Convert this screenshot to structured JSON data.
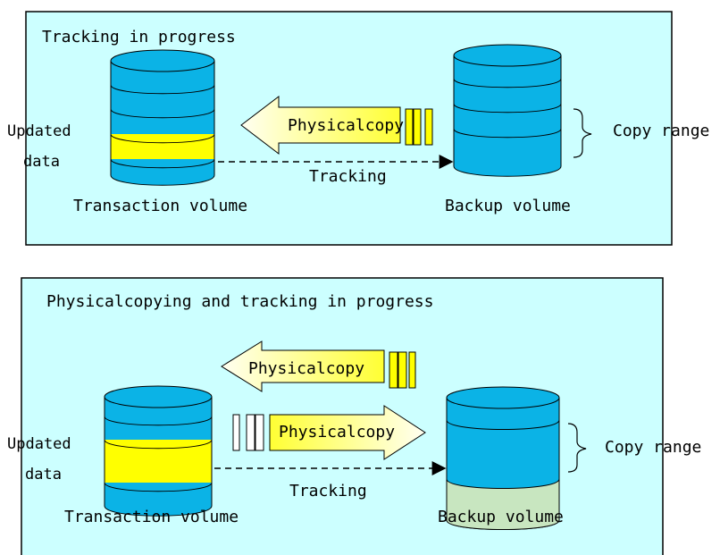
{
  "colors": {
    "panel_fill": "#ccffff",
    "panel_stroke": "#000000",
    "disk_blue": "#0bb3e6",
    "disk_yellow": "#ffff00",
    "disk_green": "#c8e6c0",
    "arrow_fill_start": "#fffff0",
    "arrow_fill_end": "#ffff00"
  },
  "panel_top": {
    "title": "Tracking in progress",
    "updated_label_line1": "Updated",
    "updated_label_line2": "data",
    "transaction_label": "Transaction volume",
    "backup_label": "Backup volume",
    "copy_label": "Physicalcopy",
    "tracking_label": "Tracking",
    "copy_range_label": "Copy range"
  },
  "panel_bottom": {
    "title": "Physicalcopying and tracking in progress",
    "updated_label_line1": "Updated",
    "updated_label_line2": "data",
    "transaction_label": "Transaction volume",
    "backup_label": "Backup volume",
    "copy_left_label": "Physicalcopy",
    "copy_right_label": "Physicalcopy",
    "tracking_label": "Tracking",
    "copy_range_label": "Copy range"
  }
}
